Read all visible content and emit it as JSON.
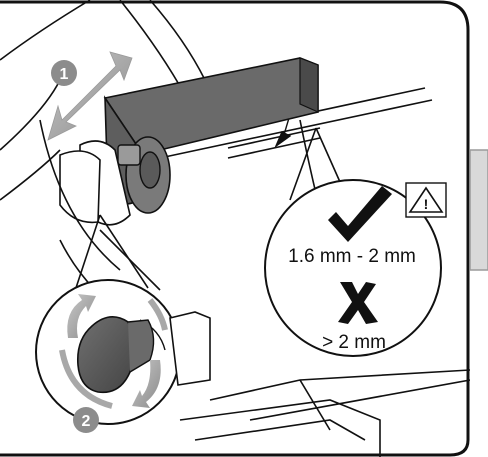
{
  "step_badges": {
    "step1": "1",
    "step2": "2"
  },
  "inspection_callout": {
    "ok_range_label": "1.6 mm - 2 mm",
    "bad_range_label": "> 2 mm",
    "ok_icon": "checkmark-icon",
    "bad_icon": "x-mark-icon",
    "warning_icon": "warning-triangle-icon",
    "warning_symbol": "!"
  },
  "colors": {
    "outline": "#111111",
    "part_dark": "#5a5a5a",
    "part_mid": "#8a8a8a",
    "arrow_gray": "#9a9a9a",
    "badge_gray": "#8c8c8c",
    "side_tab": "#d9d9d9"
  }
}
